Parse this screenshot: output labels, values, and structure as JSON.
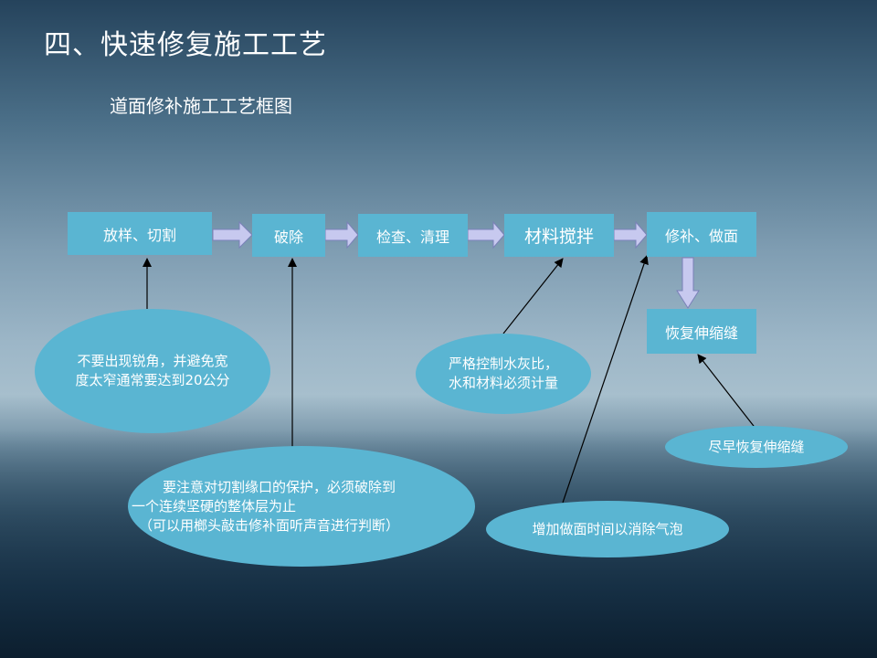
{
  "title": "四、快速修复施工工艺",
  "subtitle": "道面修补施工工艺框图",
  "steps": {
    "s1": "放样、切割",
    "s2": "破除",
    "s3": "检查、清理",
    "s4": "材料搅拌",
    "s5": "修补、做面",
    "s6": "恢复伸缩缝"
  },
  "notes": {
    "n1": [
      "不要出现锐角，并避免宽",
      "度太窄通常要达到20公分"
    ],
    "n2": [
      "要注意对切割缘口的保护，必须破除到",
      "一个连续坚硬的整体层为止",
      "（可以用榔头敲击修补面听声音进行判断）"
    ],
    "n3": [
      "严格控制水灰比，",
      "水和材料必须计量"
    ],
    "n4": "增加做面时间以消除气泡",
    "n5": "尽早恢复伸缩缝"
  },
  "colors": {
    "box_fill": "#5ab5d2",
    "arrow_fill": "#c7c9ef",
    "text": "#ffffff",
    "line": "#000000"
  }
}
